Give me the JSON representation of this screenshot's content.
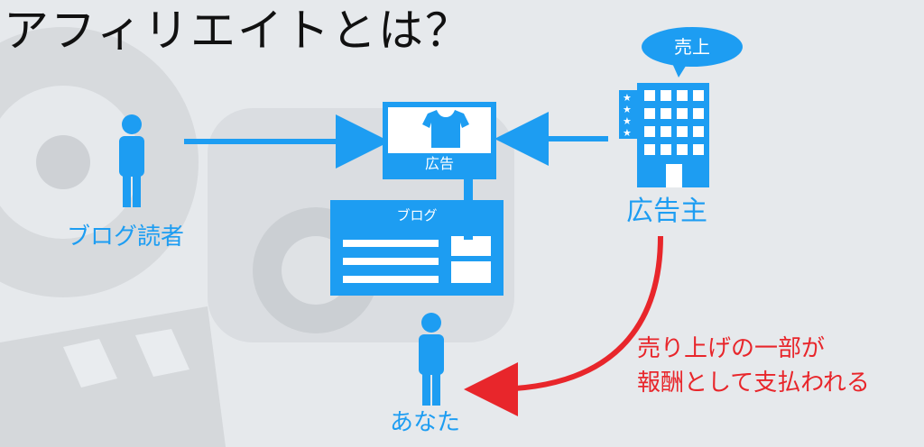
{
  "title": "アフィリエイトとは？",
  "labels": {
    "reader": "ブログ読者",
    "advertiser": "広告主",
    "you": "あなた",
    "sales": "売上",
    "ad": "広告",
    "blog": "ブログ",
    "reward_line1": "売り上げの一部が",
    "reward_line2": "報酬として支払われる"
  },
  "icons": [
    "person-icon",
    "building-icon",
    "tshirt-icon",
    "speech-bubble-icon",
    "star-icon"
  ],
  "colors": {
    "accent_blue": "#1d9df2",
    "reward_red": "#e8262b",
    "title_text": "#111111",
    "background": "#e9ecef"
  }
}
